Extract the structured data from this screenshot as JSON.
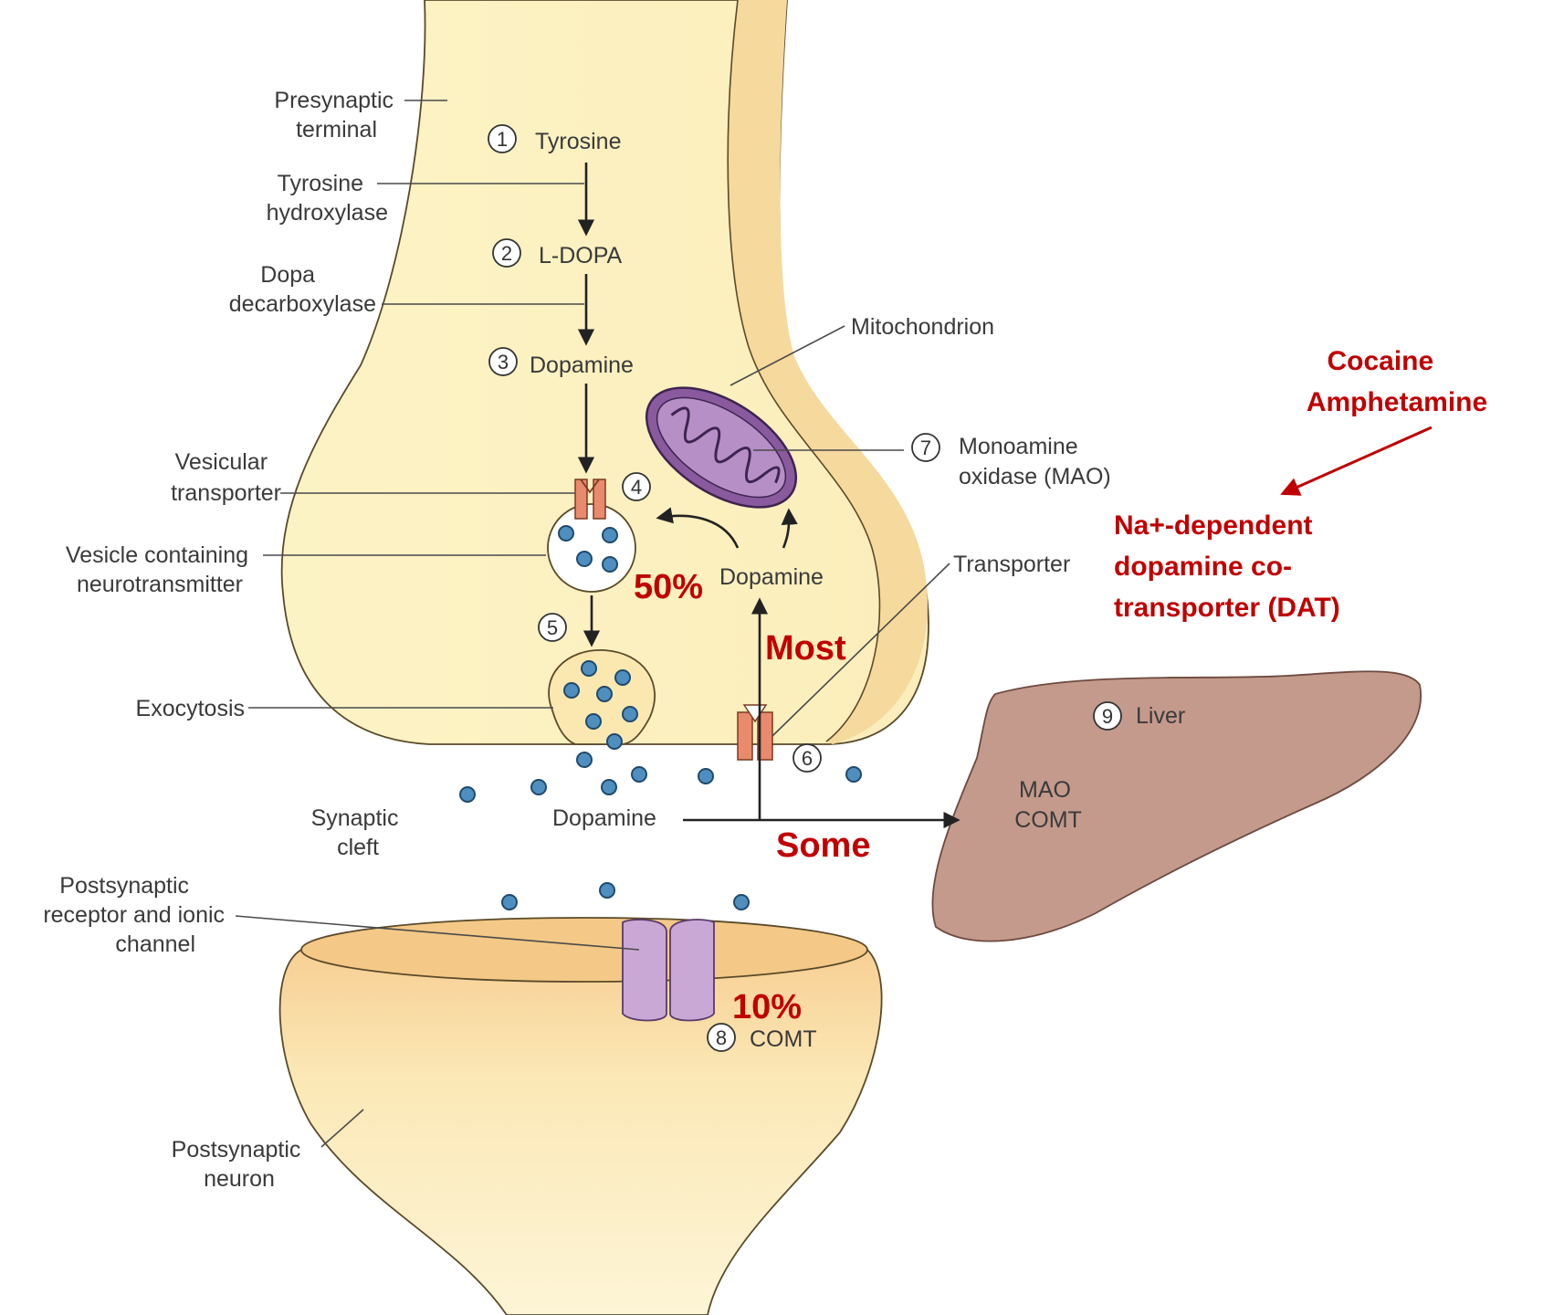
{
  "labels": {
    "presynaptic_terminal": [
      "Presynaptic",
      "terminal"
    ],
    "tyrosine_hydroxylase": [
      "Tyrosine",
      "hydroxylase"
    ],
    "dopa_decarboxylase": [
      "Dopa",
      "decarboxylase"
    ],
    "vesicular_transporter": [
      "Vesicular",
      "transporter"
    ],
    "vesicle_containing": [
      "Vesicle containing",
      "neurotransmitter"
    ],
    "exocytosis": "Exocytosis",
    "synaptic_cleft": [
      "Synaptic",
      "cleft"
    ],
    "postsynaptic_receptor": [
      "Postsynaptic",
      "receptor and ionic",
      "channel"
    ],
    "postsynaptic_neuron": [
      "Postsynaptic",
      "neuron"
    ],
    "mitochondrion": "Mitochondrion",
    "monoamine_oxidase": [
      "Monoamine",
      "oxidase (MAO)"
    ],
    "transporter": "Transporter",
    "liver": "Liver",
    "liver_enzymes": [
      "MAO",
      "COMT"
    ],
    "dopamine_cleft": "Dopamine",
    "dopamine_recycled": "Dopamine",
    "comt": "COMT"
  },
  "steps": {
    "s1": {
      "num": "1",
      "label": "Tyrosine"
    },
    "s2": {
      "num": "2",
      "label": "L-DOPA"
    },
    "s3": {
      "num": "3",
      "label": "Dopamine"
    },
    "s4": {
      "num": "4"
    },
    "s5": {
      "num": "5"
    },
    "s6": {
      "num": "6"
    },
    "s7": {
      "num": "7"
    },
    "s8": {
      "num": "8"
    },
    "s9": {
      "num": "9"
    }
  },
  "annotations": {
    "drugs": [
      "Cocaine",
      "Amphetamine"
    ],
    "dat": [
      "Na+-dependent",
      "dopamine co-",
      "transporter (DAT)"
    ],
    "pct_50": "50%",
    "most": "Most",
    "some": "Some",
    "pct_10": "10%"
  },
  "colors": {
    "cytoplasm": "#fcf3c2",
    "membrane_shade": "#f5d99a",
    "postsynaptic_top": "#f8cf92",
    "liver": "#c49a8c",
    "mitochondrion": "#8a5a9e",
    "transporter": "#e98a6c",
    "receptor": "#c9a8d6",
    "dopamine_dot": "#4f8fbf",
    "annotation_red": "#c00000"
  }
}
